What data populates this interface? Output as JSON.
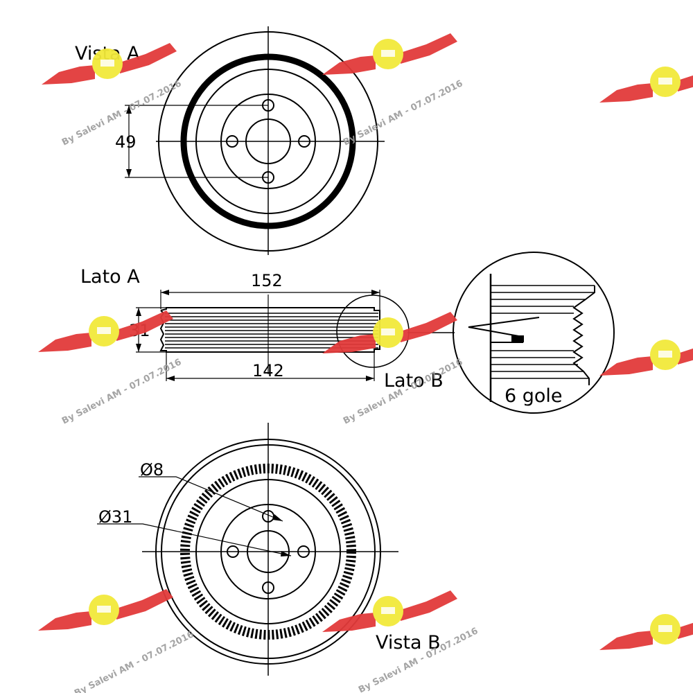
{
  "labels": {
    "vista_a": "Vista A",
    "vista_b": "Vista B",
    "lato_a": "Lato A",
    "lato_b": "Lato B",
    "gole": "6 gole"
  },
  "dimensions": {
    "bolt_spacing": "49",
    "outer_width": "152",
    "inner_width": "142",
    "thickness": "31",
    "hole_diameter": "Ø8",
    "hub_diameter": "Ø31"
  },
  "watermark": {
    "text": "By Salevi AM - 07.07.2016",
    "logo_icon": "winged-wheel-logo"
  },
  "colors": {
    "line": "#000000",
    "logo_red": "#e23a3a",
    "logo_yellow": "#f2e93a",
    "watermark_text": "#9a9a9a"
  }
}
